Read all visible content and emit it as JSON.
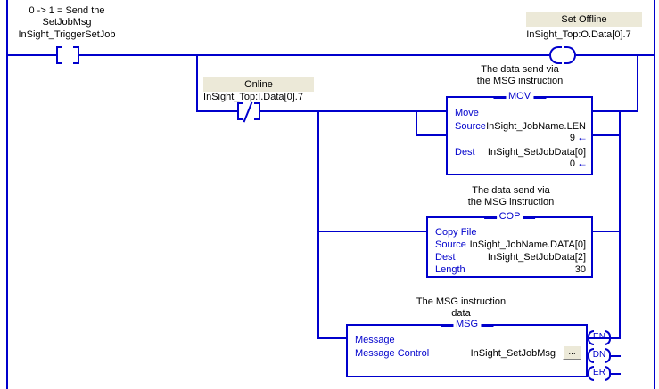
{
  "rung": {
    "trigger": {
      "comment_line1": "0 -> 1 = Send the",
      "comment_line2": "SetJobMsg",
      "tag": "InSight_TriggerSetJob",
      "type": "XIC"
    },
    "set_offline": {
      "description": "Set Offline",
      "tag": "InSight_Top:O.Data[0].7",
      "type": "OTE"
    },
    "online": {
      "description": "Online",
      "tag": "InSight_Top:I.Data[0].7",
      "type": "XIO"
    }
  },
  "blocks": {
    "mov": {
      "comment_line1": "The data send via",
      "comment_line2": "the MSG instruction",
      "title": "MOV",
      "name": "Move",
      "source_label": "Source",
      "source_value": "InSight_JobName.LEN",
      "source_runtime": "9",
      "dest_label": "Dest",
      "dest_value": "InSight_SetJobData[0]",
      "dest_runtime": "0"
    },
    "cop": {
      "comment_line1": "The data send via",
      "comment_line2": "the MSG instruction",
      "title": "COP",
      "name": "Copy File",
      "source_label": "Source",
      "source_value": "InSight_JobName.DATA[0]",
      "dest_label": "Dest",
      "dest_value": "InSight_SetJobData[2]",
      "length_label": "Length",
      "length_value": "30"
    },
    "msg": {
      "comment_line1": "The MSG instruction",
      "comment_line2": "data",
      "title": "MSG",
      "name": "Message",
      "control_label": "Message Control",
      "control_value": "InSight_SetJobMsg",
      "browse_button": "...",
      "pins": [
        "EN",
        "DN",
        "ER"
      ]
    }
  },
  "colors": {
    "wire": "#0000cc",
    "label": "#0000cc",
    "value": "#000000",
    "desc_bg": "#ece9d8",
    "canvas": "#ffffff"
  }
}
